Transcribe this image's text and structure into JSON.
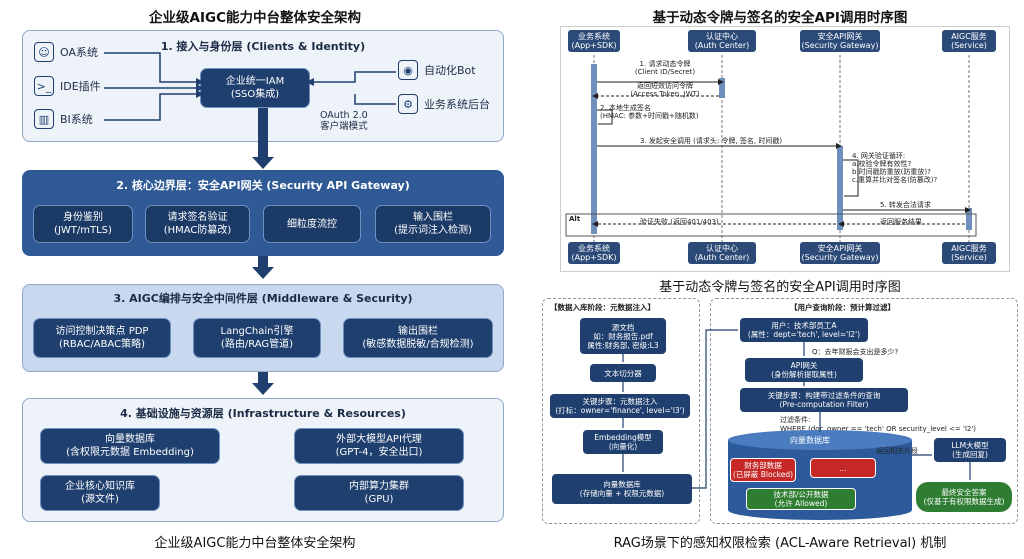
{
  "left": {
    "title": "企业级AIGC能力中台整体安全架构",
    "caption": "企业级AIGC能力中台整体安全架构",
    "layer1": {
      "title": "1. 接入与身份层 (Clients & Identity)",
      "clients": [
        "OA系统",
        "IDE插件",
        "BI系统"
      ],
      "iam": [
        "企业统一IAM",
        "(SSO集成)"
      ],
      "oauth": [
        "OAuth 2.0",
        "客户端模式"
      ],
      "right_clients": [
        "自动化Bot",
        "业务系统后台"
      ]
    },
    "layer2": {
      "title": "2. 核心边界层：安全API网关 (Security API Gateway)",
      "boxes": [
        [
          "身份鉴别",
          "(JWT/mTLS)"
        ],
        [
          "请求签名验证",
          "(HMAC防篡改)"
        ],
        [
          "细粒度流控",
          ""
        ],
        [
          "输入围栏",
          "(提示词注入检测)"
        ]
      ]
    },
    "layer3": {
      "title": "3. AIGC编排与安全中间件层 (Middleware & Security)",
      "boxes": [
        [
          "访问控制决策点 PDP",
          "(RBAC/ABAC策略)"
        ],
        [
          "LangChain引擎",
          "(路由/RAG管道)"
        ],
        [
          "输出围栏",
          "(敏感数据脱敏/合规检测)"
        ]
      ]
    },
    "layer4": {
      "title": "4. 基础设施与资源层 (Infrastructure & Resources)",
      "boxes": [
        [
          "向量数据库",
          "(含权限元数据 Embedding)"
        ],
        [
          "外部大模型API代理",
          "(GPT-4，安全出口)"
        ],
        [
          "企业核心知识库",
          "(源文件)"
        ],
        [
          "内部算力集群",
          "(GPU)"
        ]
      ]
    }
  },
  "seq": {
    "title": "基于动态令牌与签名的安全API调用时序图",
    "caption": "基于动态令牌与签名的安全API调用时序图",
    "participants": [
      [
        "业务系统",
        "(App+SDK)"
      ],
      [
        "认证中心",
        "(Auth Center)"
      ],
      [
        "安全API网关",
        "(Security Gateway)"
      ],
      [
        "AIGC服务",
        "(Service)"
      ]
    ],
    "m1": [
      "1. 请求动态令牌",
      "(Client ID/Secret)"
    ],
    "m2": [
      "返回短效访问令牌",
      "(Access Token, JWT)"
    ],
    "m3": [
      "2. 本地生成签名",
      "(HMAC: 参数+时间戳+随机数)"
    ],
    "m4": "3. 发起安全调用 (请求头: 令牌, 签名, 时间戳)",
    "m5": [
      "4. 网关验证循环:",
      "a.校验令牌有效性?",
      "b.时间戳防重放(防重放)?",
      "c.重算并比对签名(防篡改)?"
    ],
    "m6": "5. 转发合法请求",
    "m7": "返回服务结果",
    "alt": "Alt",
    "m8": "验证失败 (返回401/403)"
  },
  "rag": {
    "caption": "RAG场景下的感知权限检索 (ACL-Aware Retrieval) 机制",
    "left_title": "【数据入库阶段：元数据注入】",
    "right_title": "【用户查询阶段：预计算过滤】",
    "doc": [
      "源文档",
      "如：财务报告.pdf",
      "属性:财务部, 密级:L3"
    ],
    "splitter": "文本切分器",
    "inject": [
      "关键步骤：元数据注入",
      "(打标：owner='finance', level='l3')"
    ],
    "embed": [
      "Embedding模型",
      "(向量化)"
    ],
    "store": [
      "向量数据库",
      "(存储向量 + 权限元数据)"
    ],
    "user": [
      "用户：技术部员工A",
      "(属性：dept='tech', level='l2')"
    ],
    "question": "Q：去年财报会支出是多少?",
    "gateway": [
      "API网关",
      "(身份解析提取属性)"
    ],
    "filter": [
      "关键步骤：构建带过滤条件的查询",
      "(Pre-computation Filter)"
    ],
    "cond": [
      "过滤条件:",
      "WHERE (doc_owner == 'tech' OR security_level <= 'l2')"
    ],
    "vdb": "向量数据库",
    "blocked": [
      "财务部数据",
      "(已屏蔽 Blocked)"
    ],
    "allowed": [
      "技术部/公开数据",
      "(允许 Allowed)"
    ],
    "return": "返回相关片段",
    "llm": [
      "LLM大模型",
      "(生成回复)"
    ],
    "answer": [
      "最终安全答案",
      "(仅基于有权限数据生成)"
    ]
  }
}
